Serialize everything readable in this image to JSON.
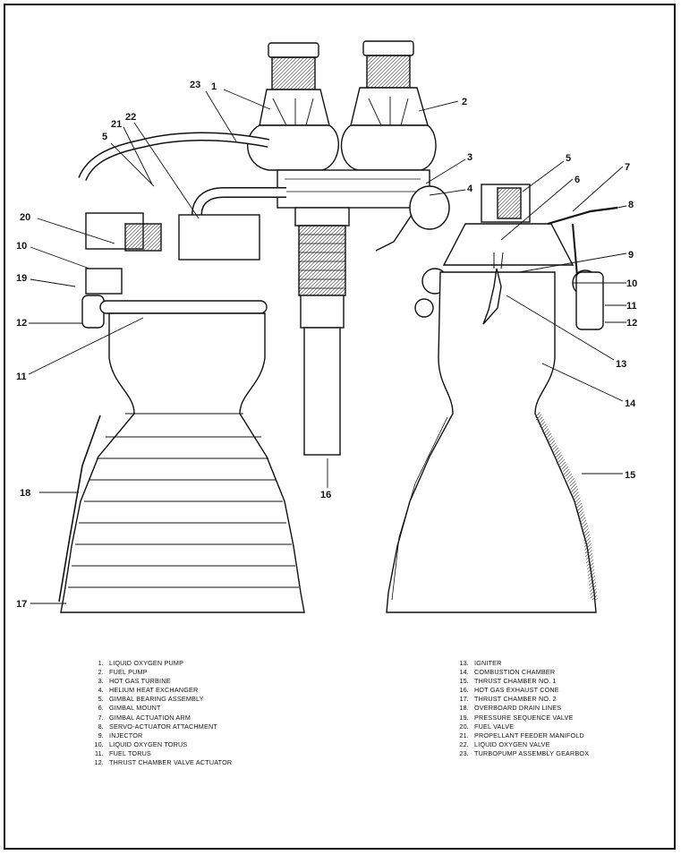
{
  "callouts": {
    "c1": "1",
    "c2": "2",
    "c3": "3",
    "c4": "4",
    "c5": "5",
    "c5b": "5",
    "c6": "6",
    "c7": "7",
    "c8": "8",
    "c9": "9",
    "c10": "10",
    "c10b": "10",
    "c11": "11",
    "c11b": "11",
    "c12": "12",
    "c12b": "12",
    "c13": "13",
    "c14": "14",
    "c15": "15",
    "c16": "16",
    "c17": "17",
    "c18": "18",
    "c19": "19",
    "c20": "20",
    "c21": "21",
    "c22": "22",
    "c23": "23"
  },
  "legend_left": [
    {
      "num": "1.",
      "text": "Liquid Oxygen Pump"
    },
    {
      "num": "2.",
      "text": "Fuel Pump"
    },
    {
      "num": "3.",
      "text": "Hot Gas Turbine"
    },
    {
      "num": "4.",
      "text": "Helium Heat Exchanger"
    },
    {
      "num": "5.",
      "text": "Gimbal Bearing Assembly"
    },
    {
      "num": "6.",
      "text": "Gimbal Mount"
    },
    {
      "num": "7.",
      "text": "Gimbal Actuation Arm"
    },
    {
      "num": "8.",
      "text": "Servo-Actuator Attachment"
    },
    {
      "num": "9.",
      "text": "Injector"
    },
    {
      "num": "10.",
      "text": "Liquid Oxygen Torus"
    },
    {
      "num": "11.",
      "text": "Fuel Torus"
    },
    {
      "num": "12.",
      "text": "Thrust Chamber Valve Actuator"
    }
  ],
  "legend_right": [
    {
      "num": "13.",
      "text": "Igniter"
    },
    {
      "num": "14.",
      "text": "Combustion Chamber"
    },
    {
      "num": "15.",
      "text": "Thrust Chamber No. 1"
    },
    {
      "num": "16.",
      "text": "Hot Gas Exhaust Cone"
    },
    {
      "num": "17.",
      "text": "Thrust Chamber No. 2"
    },
    {
      "num": "18.",
      "text": "Overboard Drain Lines"
    },
    {
      "num": "19.",
      "text": "Pressure Sequence Valve"
    },
    {
      "num": "20.",
      "text": "Fuel Valve"
    },
    {
      "num": "21.",
      "text": "Propellant Feeder Manifold"
    },
    {
      "num": "22.",
      "text": "Liquid Oxygen Valve"
    },
    {
      "num": "23.",
      "text": "Turbopump Assembly Gearbox"
    }
  ]
}
